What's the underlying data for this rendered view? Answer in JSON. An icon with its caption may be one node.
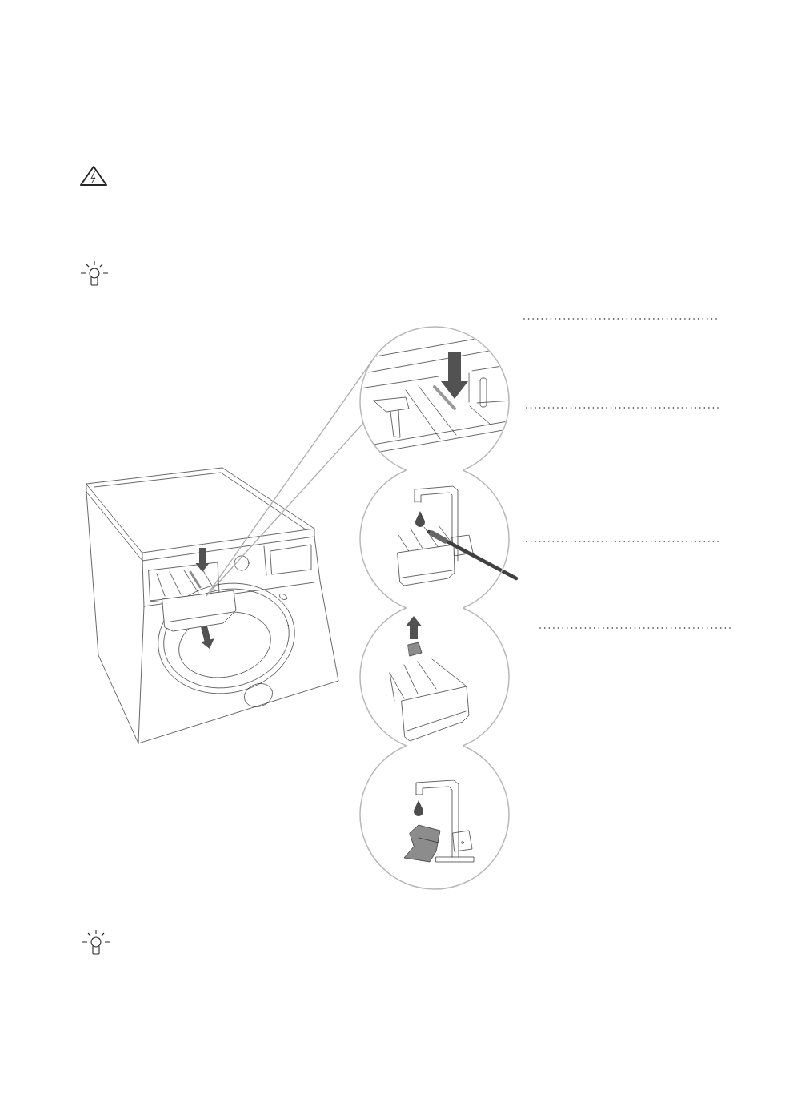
{
  "diagram": {
    "nodes": [
      {
        "text": [],
        "shape": "picture"
      },
      {
        "text": [],
        "shape": "picture",
        "in": 0
      },
      {
        "text": [],
        "shape": "picture"
      },
      {
        "text": [],
        "shape": "picture"
      },
      {
        "text": [],
        "shape": "picture"
      },
      {
        "text": [],
        "shape": "picture"
      }
    ],
    "edges": [
      {
        "from": 2,
        "to": 1,
        "arrow": "none"
      }
    ]
  }
}
